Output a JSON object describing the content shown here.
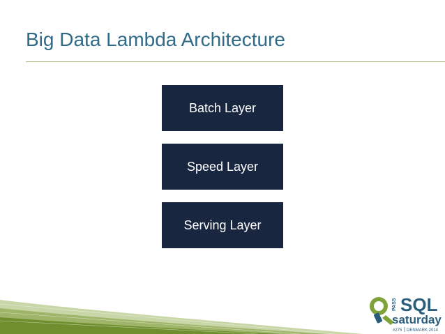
{
  "slide": {
    "title": "Big Data Lambda Architecture"
  },
  "layers": [
    {
      "label": "Batch Layer"
    },
    {
      "label": "Speed Layer"
    },
    {
      "label": "Serving Layer"
    }
  ],
  "logo": {
    "pass": "PASS",
    "sql": "SQL",
    "saturday": "saturday",
    "event_number": "#275",
    "location": "DENMARK 2014"
  },
  "colors": {
    "title": "#2f6a87",
    "box": "#182640",
    "rule": "#a7b87a",
    "accent_green": "#6f8f2e",
    "logo_blue": "#2a5d7c"
  }
}
